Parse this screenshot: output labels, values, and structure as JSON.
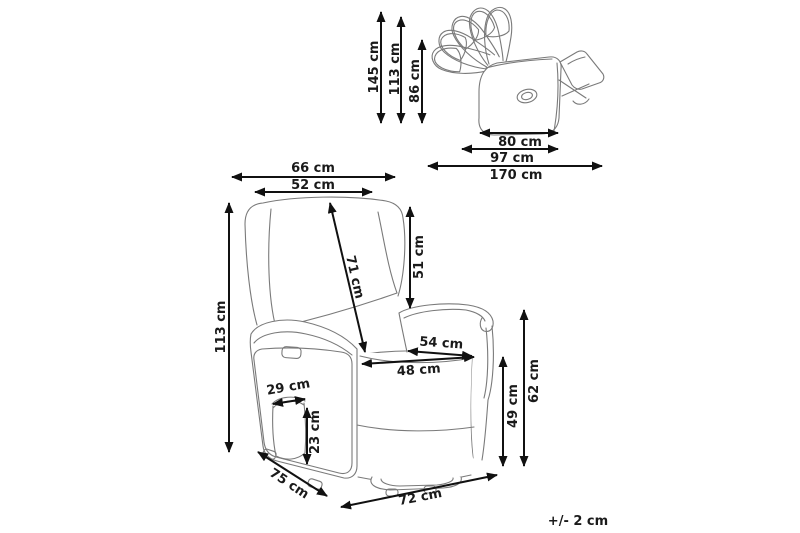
{
  "colors": {
    "background": "#ffffff",
    "dimension_lines": "#111111",
    "artwork_lines": "#7a7a7a",
    "label_text": "#1a1a1a"
  },
  "side_view": {
    "height_reclined_max": "145 cm",
    "height_upright": "113 cm",
    "height_backrest_low": "86 cm",
    "depth_base": "80 cm",
    "depth_seat": "97 cm",
    "depth_reclined_max": "170 cm"
  },
  "front_view": {
    "width_overall": "66 cm",
    "width_backrest": "52 cm",
    "height_overall": "113 cm",
    "backrest_diagonal": "71 cm",
    "backrest_above_armrest": "51 cm",
    "seat_width_rear": "54 cm",
    "seat_width_front": "48 cm",
    "pocket_width": "29 cm",
    "pocket_depth": "23 cm",
    "seat_height": "49 cm",
    "armrest_height": "62 cm",
    "depth_footprint": "75 cm",
    "width_footprint": "72 cm"
  },
  "note": {
    "tolerance": "+/- 2 cm"
  }
}
